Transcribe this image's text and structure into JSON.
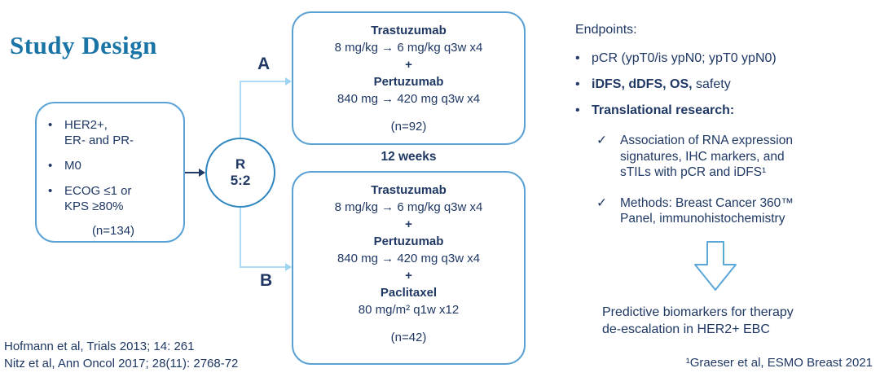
{
  "slide": {
    "title": "Study Design",
    "eligibility": {
      "bullets": [
        "HER2+,\nER- and PR-",
        "M0",
        "ECOG ≤1 or\nKPS ≥80%"
      ],
      "n_label": "(n=134)"
    },
    "randomization": {
      "letter": "R",
      "ratio": "5:2"
    },
    "arms": {
      "a": {
        "label": "A",
        "lines": [
          "Trastuzumab",
          "8 mg/kg → 6 mg/kg q3w x4",
          "+",
          "Pertuzumab",
          "840 mg → 420 mg q3w x4"
        ],
        "n_label": "(n=92)"
      },
      "duration_label": "12 weeks",
      "b": {
        "label": "B",
        "lines": [
          "Trastuzumab",
          "8 mg/kg → 6 mg/kg q3w x4",
          "+",
          "Pertuzumab",
          "840 mg → 420 mg q3w x4",
          "+",
          "Paclitaxel",
          "80 mg/m² q1w x12"
        ],
        "n_label": "(n=42)"
      }
    },
    "endpoints": {
      "heading": "Endpoints:",
      "items": [
        {
          "bold": "",
          "regular": "pCR (ypT0/is ypN0; ypT0 ypN0)"
        },
        {
          "bold": "iDFS, dDFS, OS,",
          "regular": " safety"
        },
        {
          "bold": "Translational research:",
          "regular": ""
        }
      ],
      "translational": [
        "Association of RNA expression\nsignatures, IHC markers, and\nsTILs with pCR and iDFS¹",
        "Methods: Breast Cancer 360™\nPanel, immunohistochemistry"
      ]
    },
    "conclusion": "Predictive biomarkers for therapy\nde-escalation in HER2+ EBC",
    "footnote": "¹Graeser et al, ESMO Breast 2021",
    "citations": [
      "Hofmann et al, Trials 2013; 14: 261",
      "Nitz et al, Ann Oncol 2017; 28(11): 2768-72"
    ]
  },
  "icons": {
    "bullet": "•",
    "check": "✓"
  },
  "colors": {
    "title": "#1b74a6",
    "text": "#1f3864",
    "box_border": "#5aa2d6",
    "circle_border": "#2e86c1",
    "connector_light": "#aedcf6",
    "connector_dark": "#1f3864",
    "background": "#ffffff"
  }
}
